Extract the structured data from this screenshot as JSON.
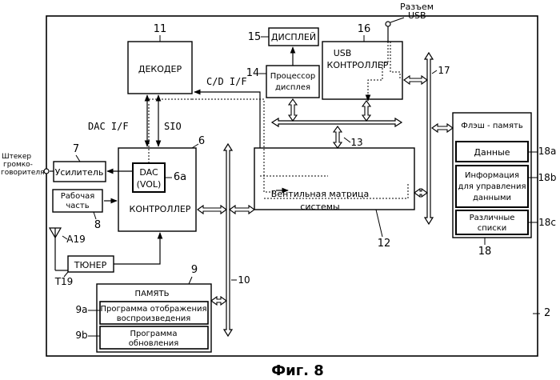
{
  "figure_caption": "Фиг. 8",
  "device_ref": "2",
  "blocks": {
    "decoder": {
      "label": "ДЕКОДЕР",
      "ref": "11"
    },
    "display": {
      "label": "ДИСПЛЕЙ",
      "ref": "15"
    },
    "display_processor": {
      "label1": "Процессор",
      "label2": "дисплея",
      "ref": "14"
    },
    "usb_controller": {
      "label1": "USB",
      "label2": "КОНТРОЛЛЕР",
      "ref": "16"
    },
    "usb_connector": {
      "label1": "Разъем",
      "label2": "USB"
    },
    "controller": {
      "label": "КОНТРОЛЛЕР",
      "ref": "6"
    },
    "dac": {
      "label1": "DAC",
      "label2": "(VOL)",
      "ref": "6a"
    },
    "gate_array": {
      "label1": "Вентильная матрица",
      "label2": "системы",
      "ref": "12"
    },
    "amplifier": {
      "label": "Усилитель",
      "ref": "7"
    },
    "working_part": {
      "label1": "Рабочая",
      "label2": "часть",
      "ref": "8"
    },
    "speaker_plug": {
      "label1": "Штекер",
      "label2": "громко-",
      "label3": "говорителя"
    },
    "antenna": {
      "ref": "A19"
    },
    "tuner": {
      "label": "ТЮНЕР",
      "ref": "T19"
    },
    "memory": {
      "label": "ПАМЯТЬ",
      "ref": "9"
    },
    "program_display": {
      "label1": "Программа отображения",
      "label2": "воспроизведения",
      "ref": "9a"
    },
    "program_update": {
      "label1": "Программа",
      "label2": "обновления",
      "ref": "9b"
    },
    "flash": {
      "label": "Флэш - память",
      "ref": "18"
    },
    "flash_data": {
      "label": "Данные",
      "ref": "18a"
    },
    "flash_mgmt": {
      "label1": "Информация",
      "label2": "для управления",
      "label3": "данными",
      "ref": "18b"
    },
    "flash_lists": {
      "label1": "Различные",
      "label2": "списки",
      "ref": "18c"
    }
  },
  "signals": {
    "cd_if": "C/D I/F",
    "dac_if": "DAC I/F",
    "sio": "SIO"
  },
  "buses": {
    "bus10": "10",
    "bus13": "13",
    "bus17": "17"
  }
}
